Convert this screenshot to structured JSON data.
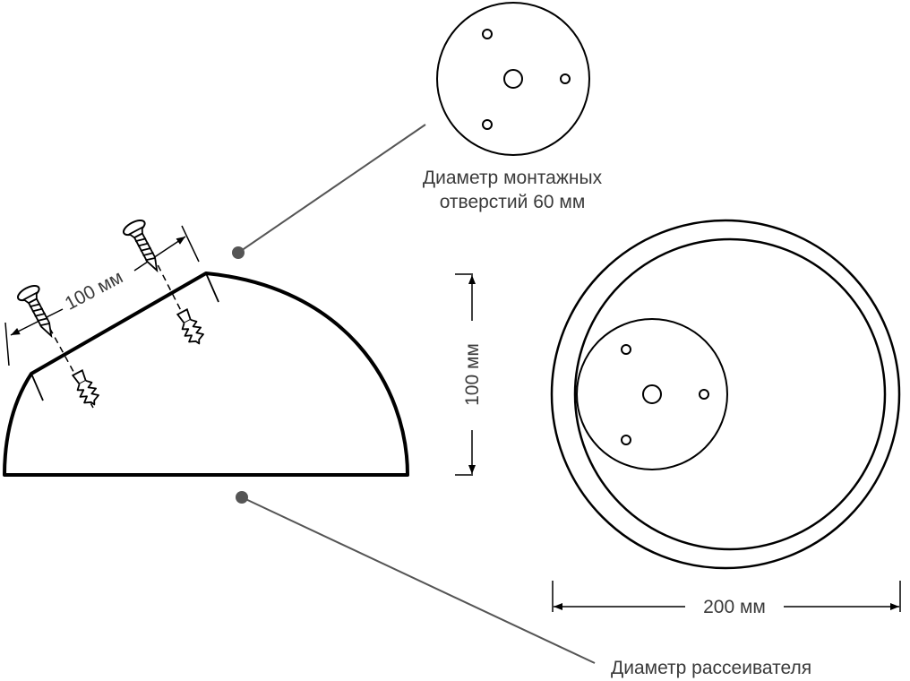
{
  "labels": {
    "mount_holes_line1": "Диаметр монтажных",
    "mount_holes_line2": "отверстий 60 мм",
    "screw_spacing": "100 мм",
    "height": "100 мм",
    "width": "200 мм",
    "diffuser": "Диаметр рассеивателя"
  },
  "colors": {
    "line": "#000000",
    "leader": "#555555",
    "dot": "#555555",
    "text": "#3a3a3a"
  },
  "icons": [
    "screw-icon",
    "wall-plug-icon"
  ]
}
